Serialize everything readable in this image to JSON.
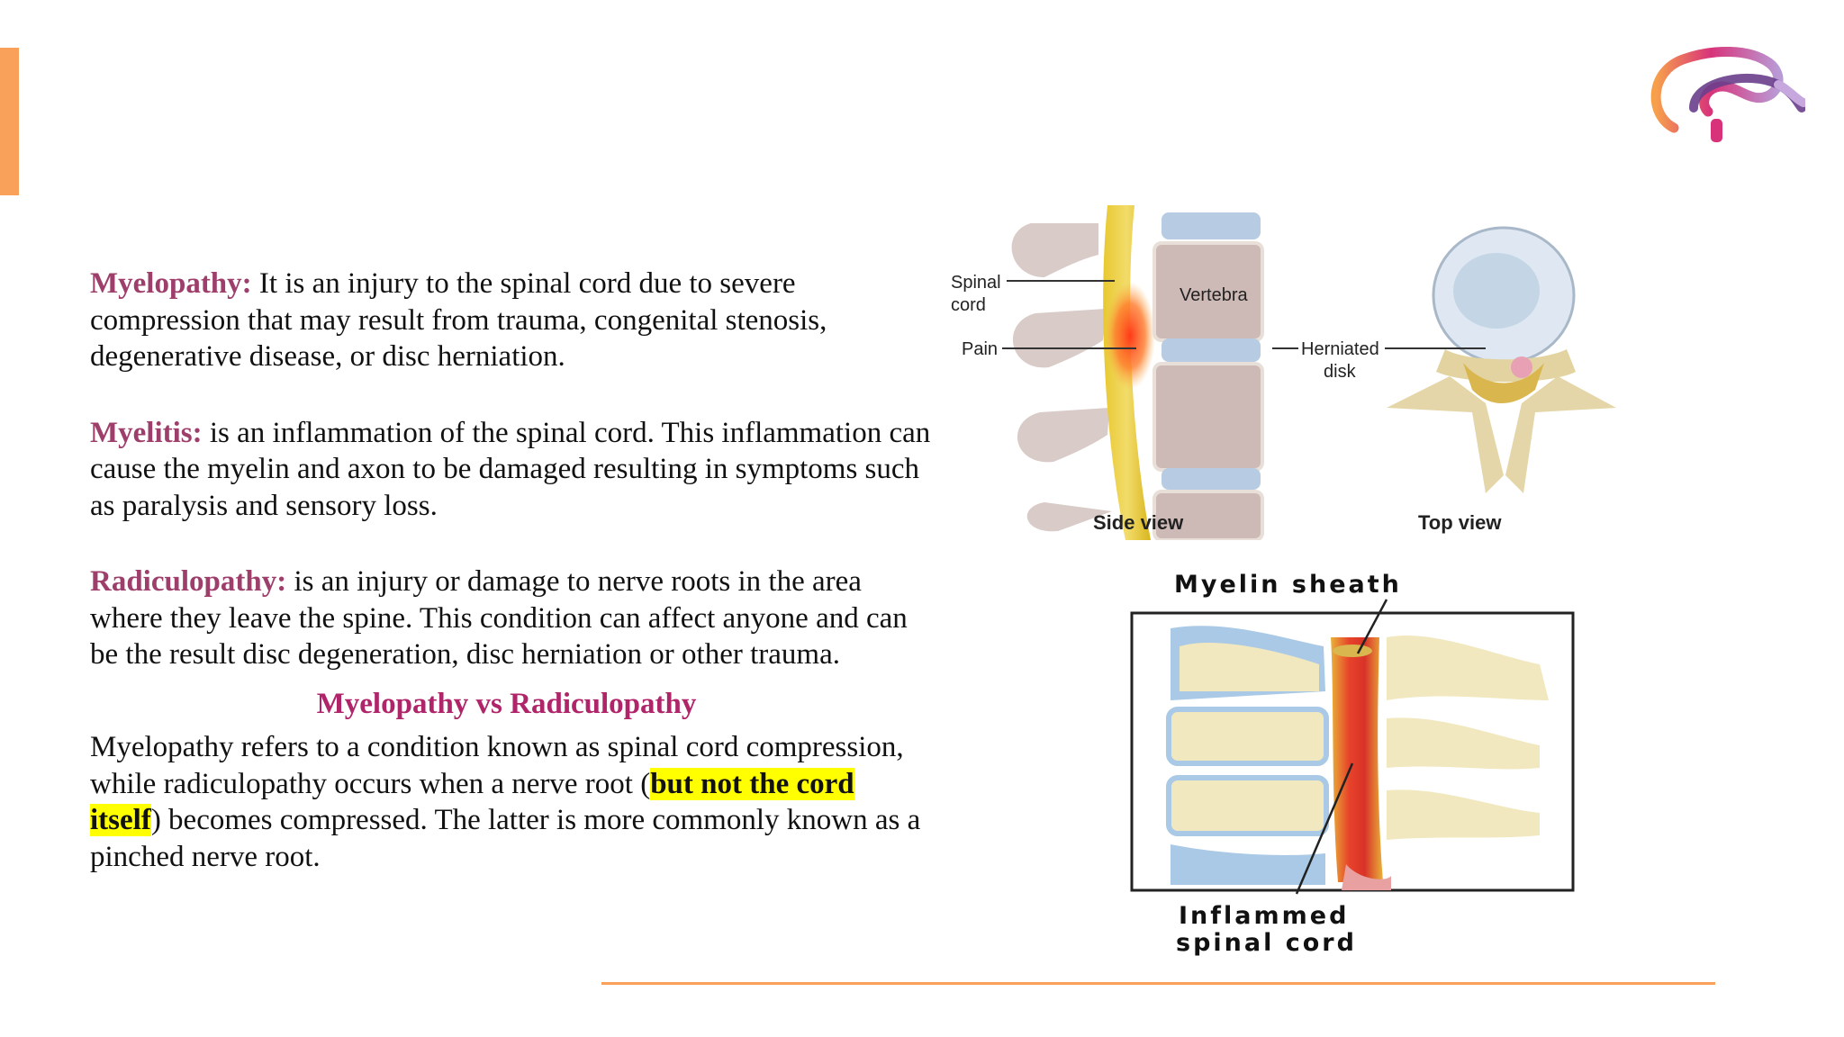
{
  "paragraphs": {
    "myelopathy": {
      "term": "Myelopathy:",
      "text": " It is an injury to the spinal cord due to severe compression that may result from trauma, congenital stenosis, degenerative disease, or disc herniation."
    },
    "myelitis": {
      "term": "Myelitis:",
      "text": " is an inflammation of the spinal cord. This inflammation can cause the myelin and axon to be damaged resulting in symptoms such as paralysis and sensory loss."
    },
    "radiculopathy": {
      "term": "Radiculopathy:",
      "text": " is an injury or damage to nerve roots in the area where they leave the spine. This condition can affect anyone and can be the result disc degeneration, disc herniation or other trauma."
    }
  },
  "comparison": {
    "heading": "Myelopathy vs Radiculopathy",
    "text_before": "Myelopathy refers to a condition known as spinal cord compression, while radiculopathy occurs when a nerve root (",
    "highlight": "but not the cord itself",
    "text_after": ") becomes compressed. The latter is more commonly known as a pinched nerve root."
  },
  "figure_top": {
    "label_spinal_1": "Spinal",
    "label_spinal_2": "cord",
    "label_pain": "Pain",
    "label_vertebra": "Vertebra",
    "label_herniated_1": "Herniated",
    "label_herniated_2": "disk",
    "caption_side": "Side view",
    "caption_top": "Top view"
  },
  "figure_bottom": {
    "label_myelin": "Myelin sheath",
    "label_inflamed_1": "Inflammed",
    "label_inflamed_2": "spinal cord"
  },
  "colors": {
    "accent": "#f9a05a",
    "term": "#9e3f6b",
    "heading": "#b0246a",
    "highlight": "#ffff00"
  }
}
